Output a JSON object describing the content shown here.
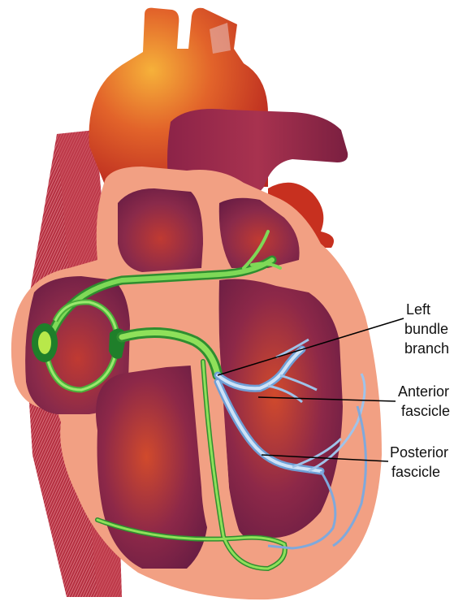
{
  "diagram": {
    "labels": {
      "left_bundle_branch": [
        "Left",
        "bundle",
        "branch"
      ],
      "anterior_fascicle": [
        "Anterior",
        "fascicle"
      ],
      "posterior_fascicle": [
        "Posterior",
        "fascicle"
      ]
    }
  },
  "colors": {
    "conduction_green": "#59c23a",
    "conduction_dark_green": "#1f7f2a",
    "fascicle_blue": "#9fc3ea",
    "myocardium_salmon": "#f2a083",
    "chamber_purple": "#7a2446",
    "aorta_red": "#d4391f",
    "vena_cava_red": "#b52b3b"
  }
}
